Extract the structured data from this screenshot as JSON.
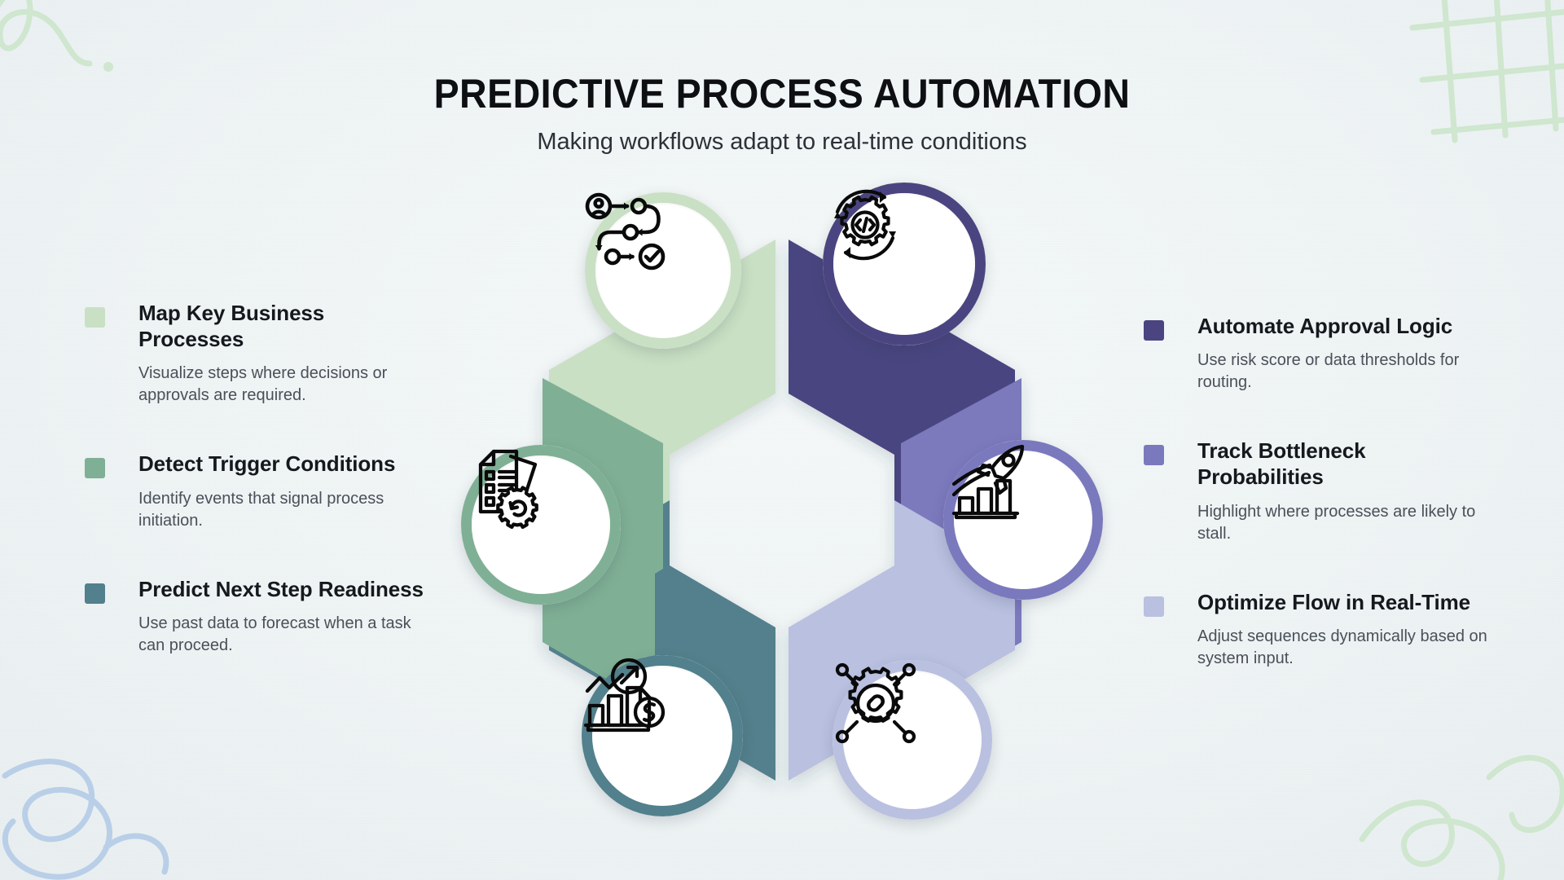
{
  "header": {
    "title": "PREDICTIVE PROCESS AUTOMATION",
    "subtitle": "Making workflows adapt to real-time conditions"
  },
  "colors": {
    "background": "#edf2f3",
    "title_text": "#0d0f12",
    "body_text": "#4a5059",
    "segment_1": "#c9e0c4",
    "segment_2": "#4a4580",
    "segment_3": "#7b79bd",
    "segment_4": "#b9c0e0",
    "segment_5": "#52808c",
    "segment_6": "#7fb095",
    "doodle_green": "#cfe6cf",
    "doodle_blue": "#b9cfe8"
  },
  "left_column": {
    "items": [
      {
        "bullet_color": "#c9e0c4",
        "title": "Map Key Business Processes",
        "description": "Visualize steps where decisions or approvals are required.",
        "icon": "process-flow-icon"
      },
      {
        "bullet_color": "#7fb095",
        "title": "Detect Trigger Conditions",
        "description": "Identify events that signal process initiation.",
        "icon": "document-gear-icon"
      },
      {
        "bullet_color": "#52808c",
        "title": "Predict Next Step Readiness",
        "description": "Use past data to forecast when a task can proceed.",
        "icon": "chart-magnifier-dollar-icon"
      }
    ]
  },
  "right_column": {
    "items": [
      {
        "bullet_color": "#4a4580",
        "title": "Automate Approval Logic",
        "description": "Use risk score or data thresholds for routing.",
        "icon": "gear-code-cycle-icon"
      },
      {
        "bullet_color": "#7b79bd",
        "title": "Track Bottleneck Probabilities",
        "description": "Highlight where processes are likely to stall.",
        "icon": "rocket-growth-chart-icon"
      },
      {
        "bullet_color": "#b9c0e0",
        "title": "Optimize Flow in Real-Time",
        "description": "Adjust sequences dynamically based on system input.",
        "icon": "gear-link-network-icon"
      }
    ]
  },
  "ring": {
    "segments": [
      {
        "position": "top-left",
        "color": "#c9e0c4",
        "icon": "process-flow-icon",
        "linked_item": "Map Key Business Processes"
      },
      {
        "position": "top-right",
        "color": "#4a4580",
        "icon": "gear-code-cycle-icon",
        "linked_item": "Automate Approval Logic"
      },
      {
        "position": "right",
        "color": "#7b79bd",
        "icon": "rocket-growth-chart-icon",
        "linked_item": "Track Bottleneck Probabilities"
      },
      {
        "position": "bottom-right",
        "color": "#b9c0e0",
        "icon": "gear-link-network-icon",
        "linked_item": "Optimize Flow in Real-Time"
      },
      {
        "position": "bottom-left",
        "color": "#52808c",
        "icon": "chart-magnifier-dollar-icon",
        "linked_item": "Predict Next Step Readiness"
      },
      {
        "position": "left",
        "color": "#7fb095",
        "icon": "document-gear-icon",
        "linked_item": "Detect Trigger Conditions"
      }
    ]
  }
}
